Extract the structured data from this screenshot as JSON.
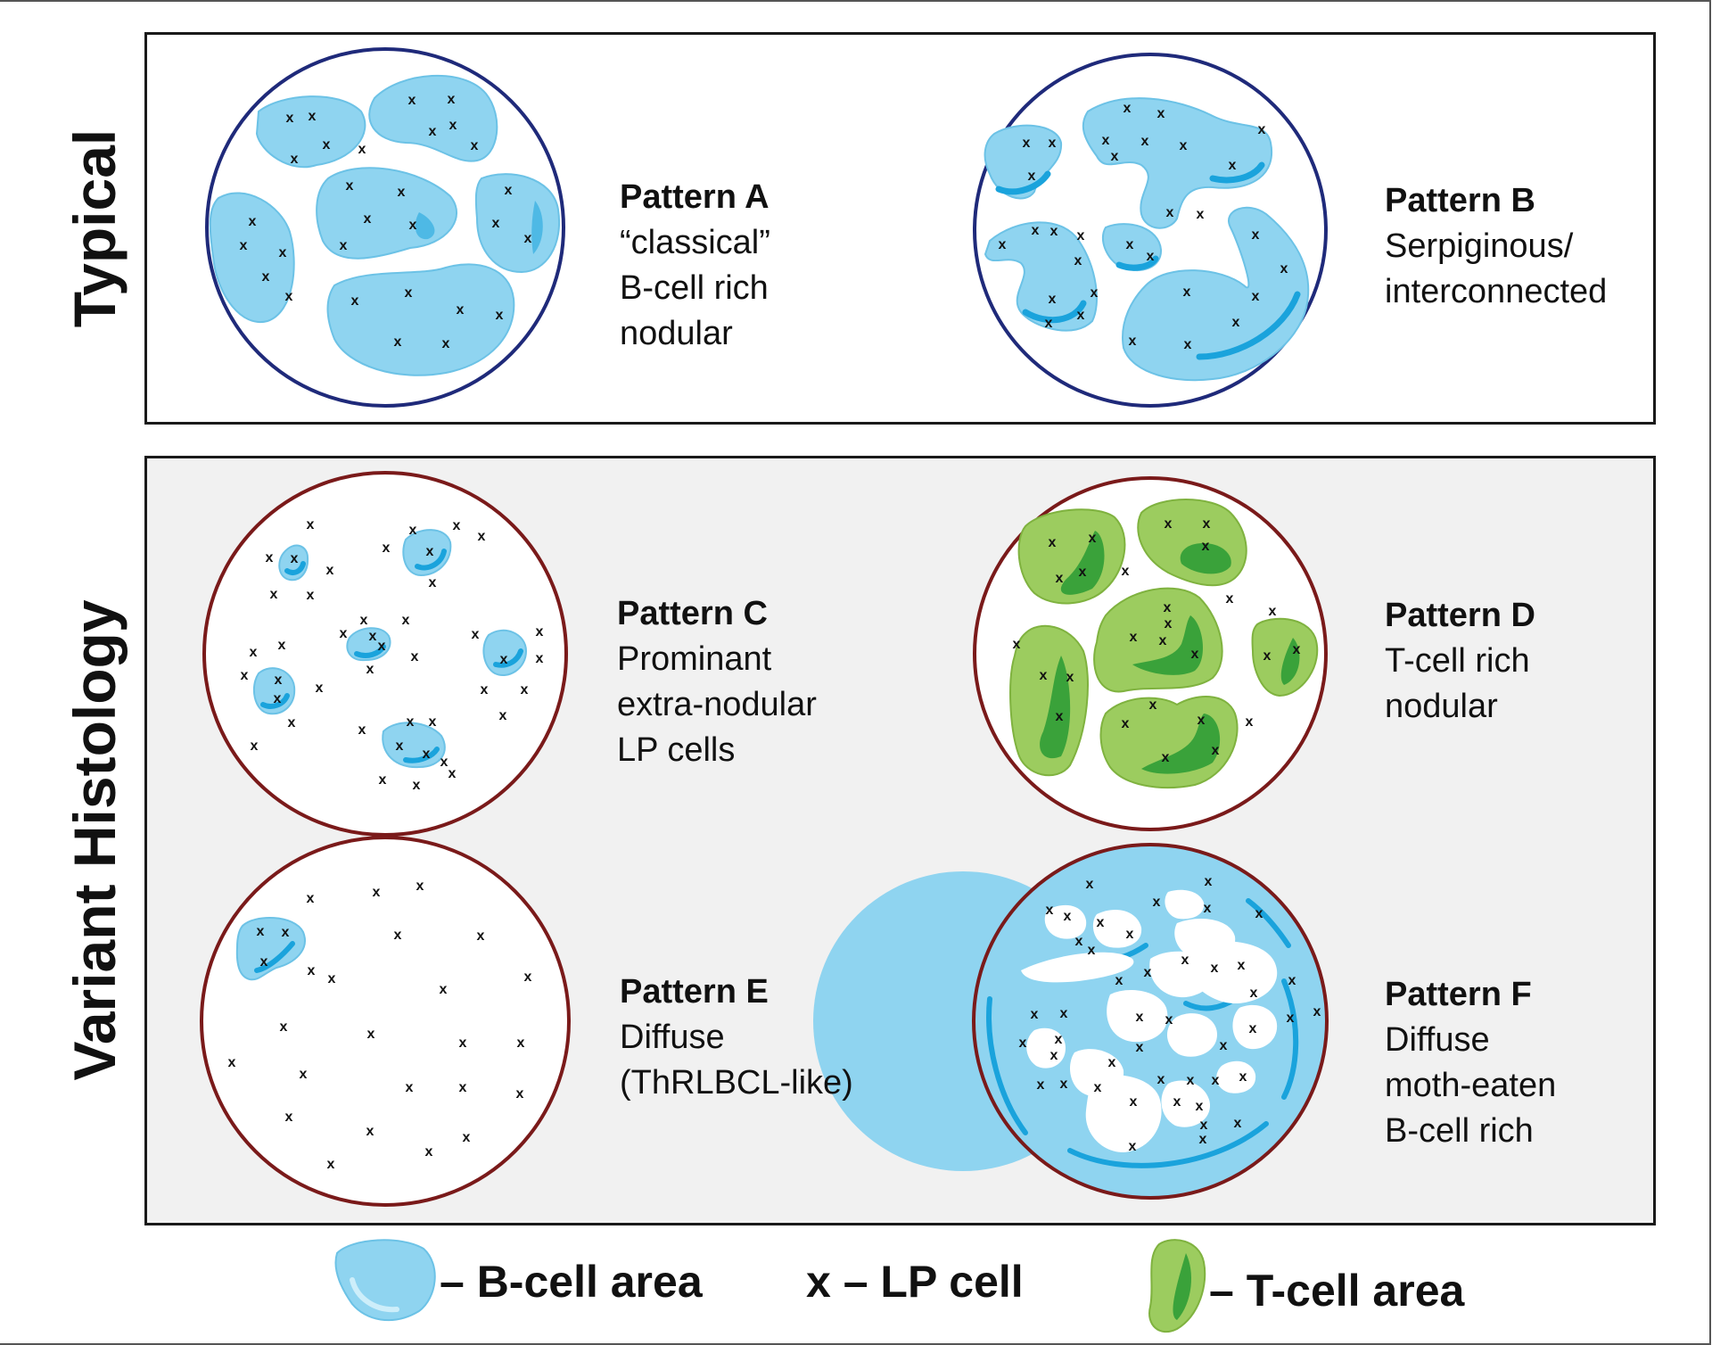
{
  "sections": {
    "typical": "Typical",
    "variant": "Variant Histology"
  },
  "patterns": [
    {
      "title": "Pattern A",
      "lines": [
        "“classical”",
        "B-cell rich",
        "nodular"
      ]
    },
    {
      "title": "Pattern B",
      "lines": [
        "Serpiginous/",
        "interconnected"
      ]
    },
    {
      "title": "Pattern C",
      "lines": [
        "Prominant",
        "extra-nodular",
        "LP cells"
      ]
    },
    {
      "title": "Pattern D",
      "lines": [
        "T-cell rich",
        "nodular"
      ]
    },
    {
      "title": "Pattern E",
      "lines": [
        "Diffuse",
        "(ThRLBCL-like)"
      ]
    },
    {
      "title": "Pattern F",
      "lines": [
        "Diffuse",
        "moth-eaten",
        "B-cell rich"
      ]
    }
  ],
  "legend": {
    "b_cell": "– B-cell area",
    "lp_cell": "x – LP cell",
    "t_cell": "– T-cell area"
  },
  "colors": {
    "typical_border": "#1f2a7a",
    "variant_border": "#7a1a1a",
    "b_cell_fill": "#8fd4f0",
    "b_cell_dark": "#1aa3dc",
    "t_cell_fill": "#9ccc5f",
    "t_cell_dark": "#3aa23a"
  }
}
